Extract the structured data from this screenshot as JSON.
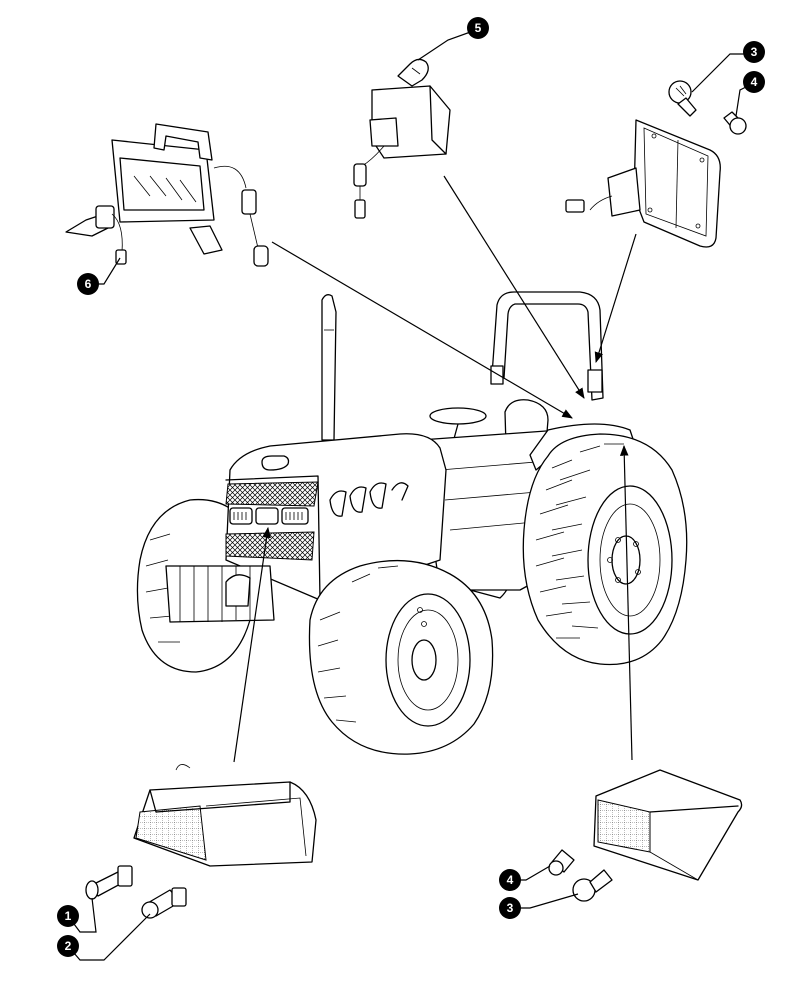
{
  "figure": {
    "callouts": [
      {
        "id": "c5",
        "number": "5"
      },
      {
        "id": "c3a",
        "number": "3"
      },
      {
        "id": "c4a",
        "number": "4"
      },
      {
        "id": "c6",
        "number": "6"
      },
      {
        "id": "c4b",
        "number": "4"
      },
      {
        "id": "c3b",
        "number": "3"
      },
      {
        "id": "c1",
        "number": "1"
      },
      {
        "id": "c2",
        "number": "2"
      }
    ]
  }
}
